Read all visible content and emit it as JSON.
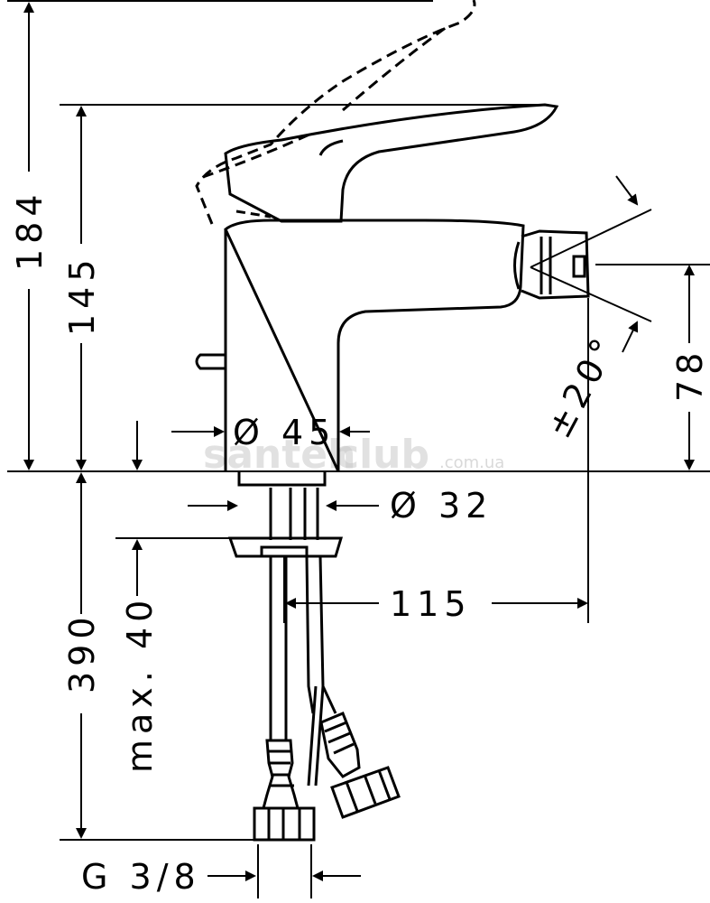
{
  "drawing": {
    "dimensions": {
      "total_height": "184",
      "body_height": "145",
      "outlet_height": "78",
      "tilt_angle": "±20°",
      "body_diameter": "Ø 45",
      "shank_diameter": "Ø 32",
      "projection": "115",
      "hose_length": "390",
      "max_thickness": "max. 40",
      "connection_thread": "G 3/8"
    },
    "watermark": {
      "brand_a": "santeh",
      "brand_b": "club",
      "domain": ".com.ua"
    }
  }
}
